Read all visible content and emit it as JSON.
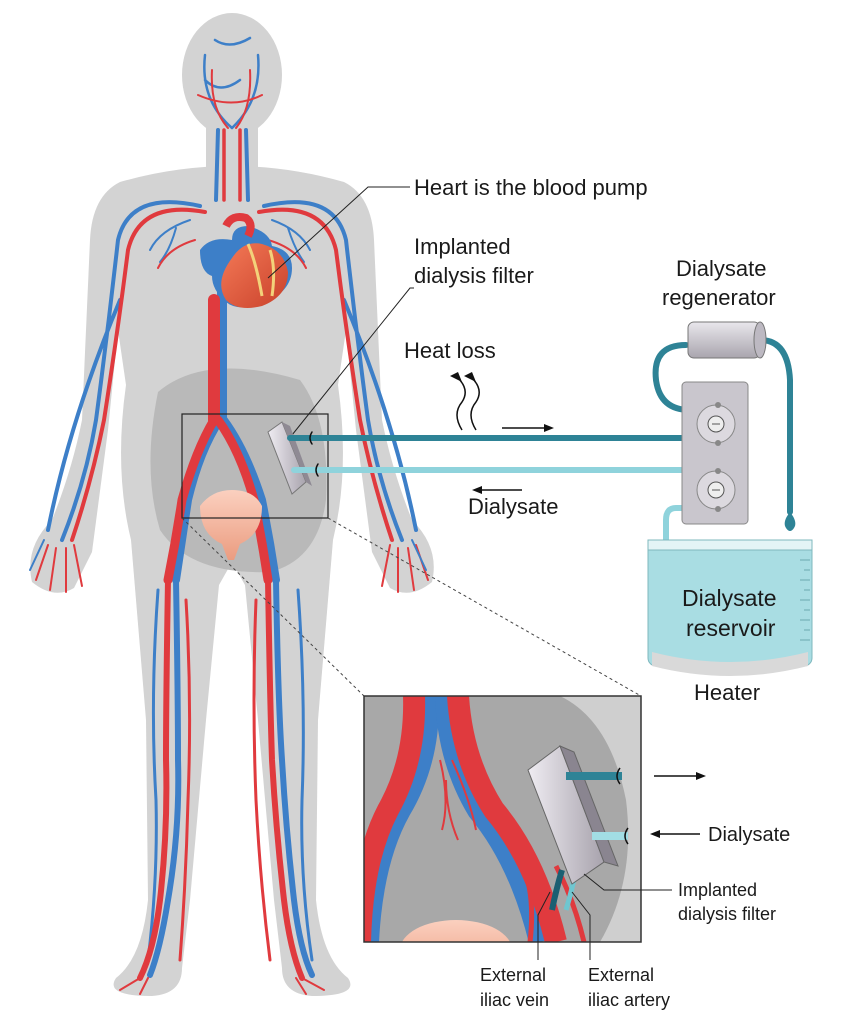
{
  "labels": {
    "heart_pump": "Heart is the blood pump",
    "implanted_filter_line1": "Implanted",
    "implanted_filter_line2": "dialysis filter",
    "heat_loss": "Heat loss",
    "dialysate": "Dialysate",
    "regenerator_line1": "Dialysate",
    "regenerator_line2": "regenerator",
    "reservoir_line1": "Dialysate",
    "reservoir_line2": "reservoir",
    "heater": "Heater"
  },
  "inset": {
    "dialysate": "Dialysate",
    "implanted_filter_line1": "Implanted",
    "implanted_filter_line2": "dialysis filter",
    "vein_line1": "External",
    "vein_line2": "iliac vein",
    "artery_line1": "External",
    "artery_line2": "iliac artery"
  },
  "colors": {
    "artery": "#e03a3e",
    "vein": "#3d7fc8",
    "body": "#d4d4d4",
    "tube_out": "#2e8396",
    "tube_in": "#8fd3dc",
    "reservoir_fluid": "#a9dde3"
  }
}
